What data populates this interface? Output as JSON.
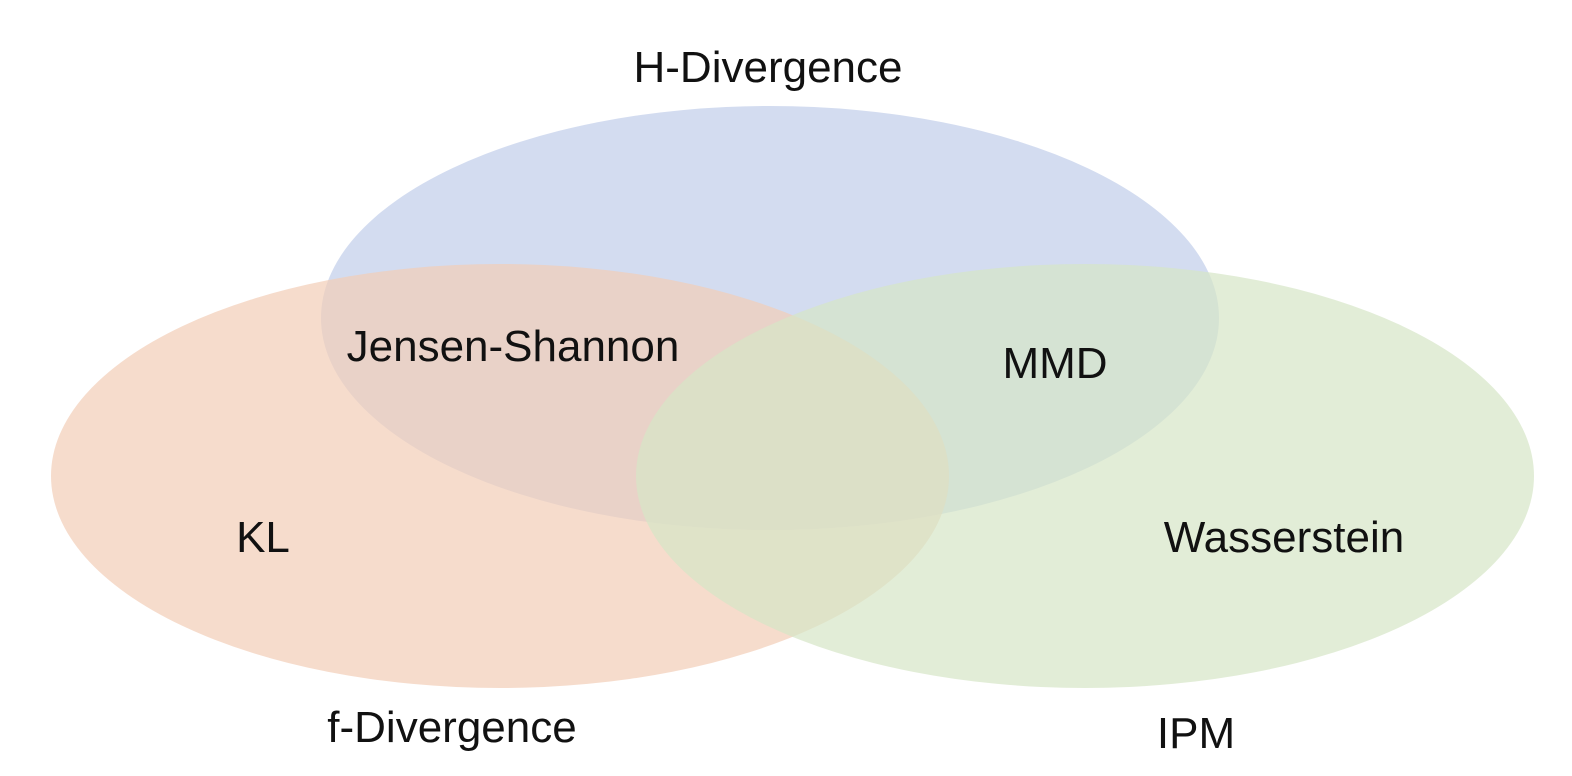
{
  "sets": {
    "h_divergence": {
      "label": "H-Divergence",
      "color": "#c8d3ec"
    },
    "f_divergence": {
      "label": "f-Divergence",
      "color": "#f2cdb6"
    },
    "ipm": {
      "label": "IPM",
      "color": "#d6e6c6"
    }
  },
  "regions": {
    "jensen_shannon": "Jensen-Shannon",
    "mmd": "MMD",
    "kl": "KL",
    "wasserstein": "Wasserstein"
  }
}
